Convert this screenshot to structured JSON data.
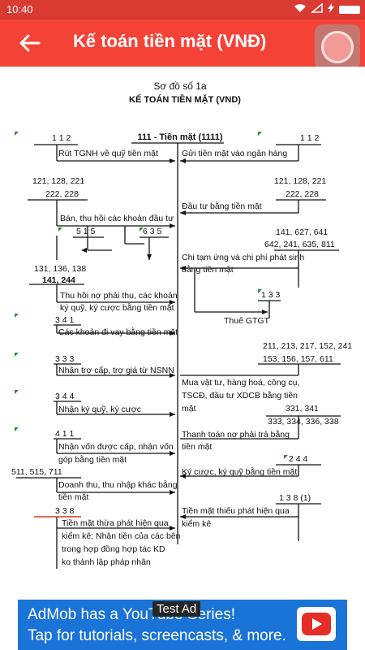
{
  "status_bar": {
    "time": "10:40"
  },
  "app_bar": {
    "title": "Kế toán tiền mặt (VNĐ)"
  },
  "diagram": {
    "heading_1": "Sơ đồ số 1a",
    "heading_2": "KẾ TOÁN TIỀN MẶT (VND)",
    "center_account": "111 - Tiền mặt (1111)",
    "left": {
      "a1": "1 1 2",
      "t1": "Rút TGNH về quỹ tiền mặt",
      "a2a": "121, 128, 221",
      "a2b": "222, 228",
      "t2": "Bán, thu hồi các khoản đầu tư",
      "s515": "5 1 5",
      "s635": "6 3 5",
      "a3a": "131, 136, 138",
      "a3b": "141, 244",
      "t3a": "Thu hồi nợ phải thu, các khoản",
      "t3b": "ký quỹ, ký cược bằng tiền mặt",
      "a4": "3 4 1",
      "t4": "Các khoản đi vay bằng tiền mặt",
      "a5": "3 3 3",
      "t5": "Nhận trợ cấp, trợ giá từ NSNN",
      "a6": "3 4 4",
      "t6": "Nhận ký quỹ, ký cược",
      "a7": "4 1 1",
      "t7a": "Nhận vốn được cấp, nhận vốn",
      "t7b": "góp bằng tiền mặt",
      "a8": "511, 515, 711",
      "t8a": "Doanh thu, thu nhập khác bằng",
      "t8b": "tiền mặt",
      "a9": "3 3 8",
      "t9a": "Tiền mặt thừa phát hiện qua",
      "t9b": "kiểm kê; Nhận tiền của các bên",
      "t9c": "trong hợp đồng hợp tác KD",
      "t9d": "ko thành lập pháp nhân"
    },
    "right": {
      "a1": "1 1 2",
      "t1": "Gửi tiền mặt vào ngân hàng",
      "a2a": "121, 128, 221",
      "a2b": "222, 228",
      "t2": "Đầu tư bằng tiền mặt",
      "a3a": "141, 627, 641",
      "a3b": "642, 241, 635, 811",
      "t3a": "Chi tạm ứng và chi phí phát sinh",
      "t3b": "bằng tiền mặt",
      "a133": "1 3 3",
      "tgtgt": "Thuế GTGT",
      "a4a": "211, 213, 217, 152, 241",
      "a4b": "153, 156, 157, 611",
      "t4a": "Mua vật tư, hàng hoá, công cụ,",
      "t4b": "TSCĐ, đầu tư XDCB bằng tiền",
      "t4c": "mặt",
      "a5a": "331, 341",
      "a5b": "333, 334, 336, 338",
      "t5a": "Thanh toán nợ phải trả bằng",
      "t5b": "tiền mặt",
      "a6": "2 4 4",
      "t6": "Ký cược, ký quỹ bằng tiền mặt",
      "a7": "1 3 8 (1)",
      "t7a": "Tiền mặt thiếu phát hiện qua",
      "t7b": "kiểm kê"
    }
  },
  "ad": {
    "line1": "AdMob has a YouTube Series!",
    "line2": "Tap for tutorials, screencasts, & more.",
    "badge": "Test Ad",
    "brand_color": "#1a73d6"
  },
  "colors": {
    "app_bar": "#f44336",
    "status_bar": "#d93a32"
  }
}
